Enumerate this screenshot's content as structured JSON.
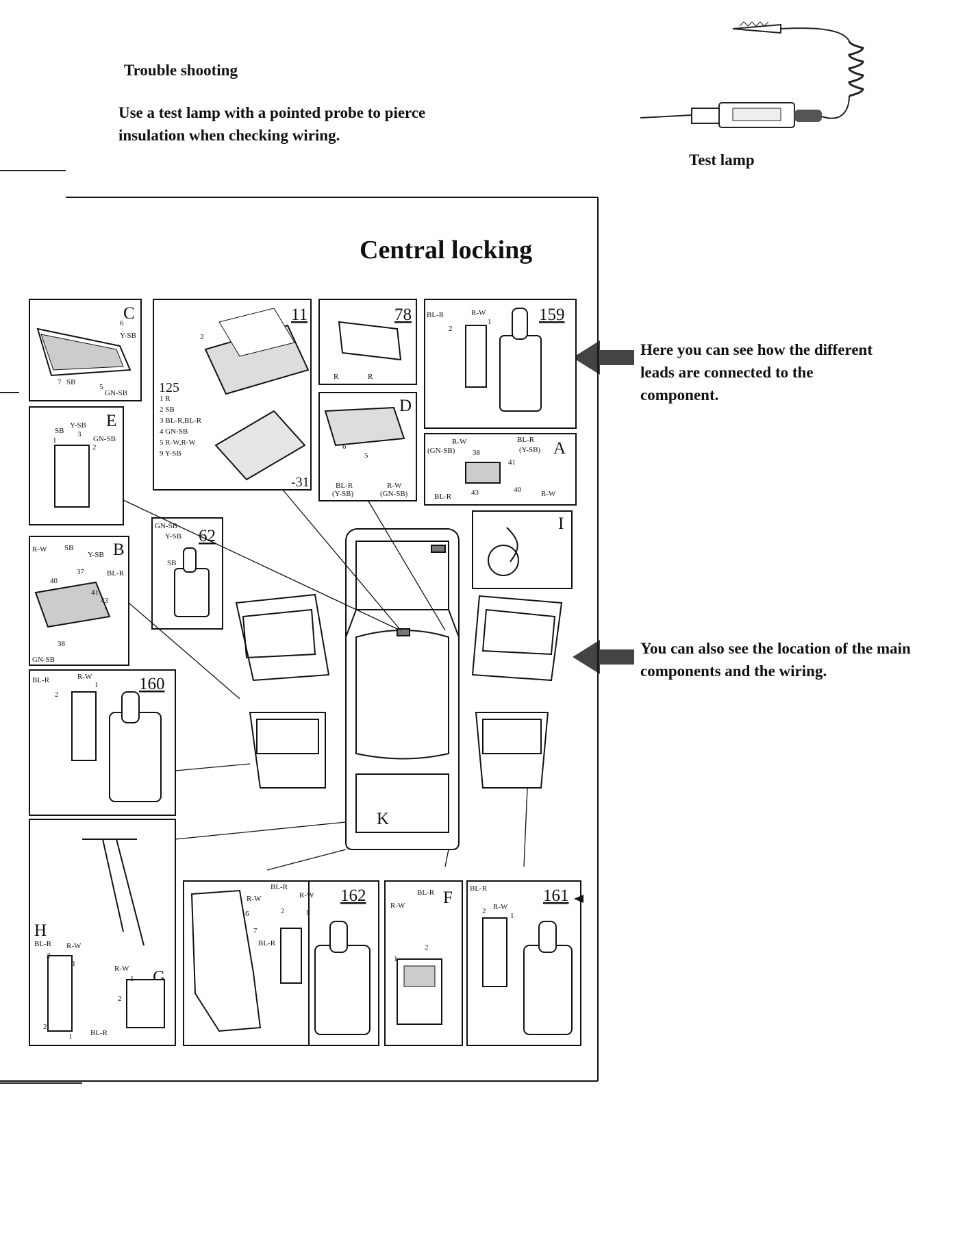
{
  "header": {
    "title": "Trouble shooting",
    "body": "Use a test lamp with a pointed probe to pierce insulation when checking wiring.",
    "lamp_caption": "Test lamp"
  },
  "notes": {
    "note1": "Here you can see how the different leads are connected to the component.",
    "note2": "You can also see the location of the main components and the wiring."
  },
  "diagram": {
    "title": "Central locking",
    "panels": {
      "C": {
        "id": "C",
        "wires": [
          "6",
          "Y-SB",
          "7",
          "SB",
          "5",
          "GN-SB"
        ]
      },
      "p11": {
        "id": "11",
        "sub": "125",
        "end": "-31",
        "legend": [
          "1  R",
          "2  SB",
          "3  BL-R,BL-R",
          "4  GN-SB",
          "5  R-W,R-W",
          "9  Y-SB"
        ],
        "pin": "2"
      },
      "p78": {
        "id": "78",
        "wires": [
          "R",
          "R"
        ]
      },
      "p159": {
        "id": "159",
        "wires": [
          "BL-R",
          "R-W",
          "2",
          "1"
        ]
      },
      "D": {
        "id": "D",
        "wires": [
          "6",
          "5",
          "BL-R",
          "(Y-SB)",
          "R-W",
          "(GN-SB)"
        ]
      },
      "A": {
        "id": "A",
        "wires": [
          "R-W",
          "(GN-SB)",
          "38",
          "BL-R",
          "(Y-SB)",
          "41",
          "BL-R",
          "43",
          "40",
          "R-W"
        ]
      },
      "E": {
        "id": "E",
        "wires": [
          "Y-SB",
          "SB",
          "3",
          "1",
          "GN-SB",
          "2"
        ]
      },
      "p62": {
        "id": "62",
        "wires": [
          "GN-SB",
          "Y-SB",
          "SB"
        ]
      },
      "I": {
        "id": "I"
      },
      "B": {
        "id": "B",
        "wires": [
          "R-W",
          "SB",
          "Y-SB",
          "BL-R",
          "40",
          "37",
          "41",
          "43",
          "38",
          "GN-SB"
        ]
      },
      "p160": {
        "id": "160",
        "wires": [
          "BL-R",
          "R-W",
          "1",
          "2"
        ]
      },
      "K": {
        "id": "K"
      },
      "H": {
        "id": "H",
        "wires": [
          "BL-R",
          "R-W",
          "2",
          "1",
          "2",
          "1"
        ]
      },
      "G": {
        "id": "G",
        "wires": [
          "R-W",
          "1",
          "2",
          "BL-R"
        ]
      },
      "p162": {
        "id": "162",
        "wires": [
          "BL-R",
          "R-W",
          "R-W",
          "6",
          "2",
          "1",
          "7",
          "BL-R"
        ]
      },
      "F": {
        "id": "F",
        "wires": [
          "BL-R",
          "R-W",
          "1",
          "2"
        ]
      },
      "p161": {
        "id": "161",
        "wires": [
          "BL-R",
          "R-W",
          "2",
          "1"
        ]
      }
    }
  }
}
